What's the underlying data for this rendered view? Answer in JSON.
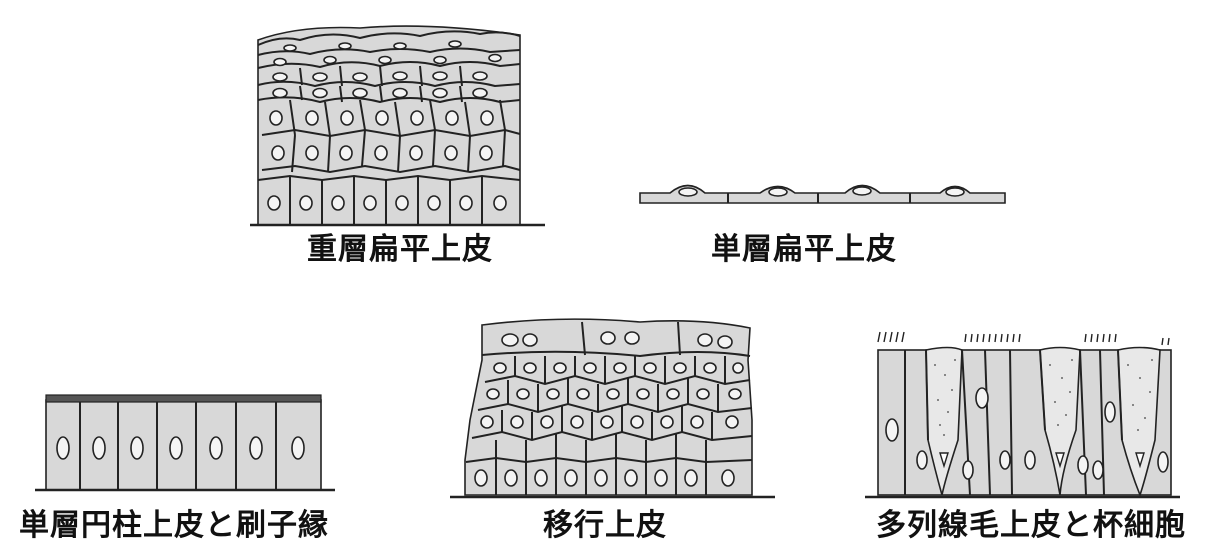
{
  "figures": [
    {
      "id": "stratified-squamous",
      "caption": "重層扁平上皮"
    },
    {
      "id": "simple-squamous",
      "caption": "単層扁平上皮"
    },
    {
      "id": "simple-columnar",
      "caption": "単層円柱上皮と刷子縁"
    },
    {
      "id": "transitional",
      "caption": "移行上皮"
    },
    {
      "id": "pseudostratified",
      "caption": "多列線毛上皮と杯細胞"
    }
  ],
  "colors": {
    "cell_fill": "#d8d8d8",
    "outline": "#222222",
    "nucleus": "#f4f4f4"
  }
}
